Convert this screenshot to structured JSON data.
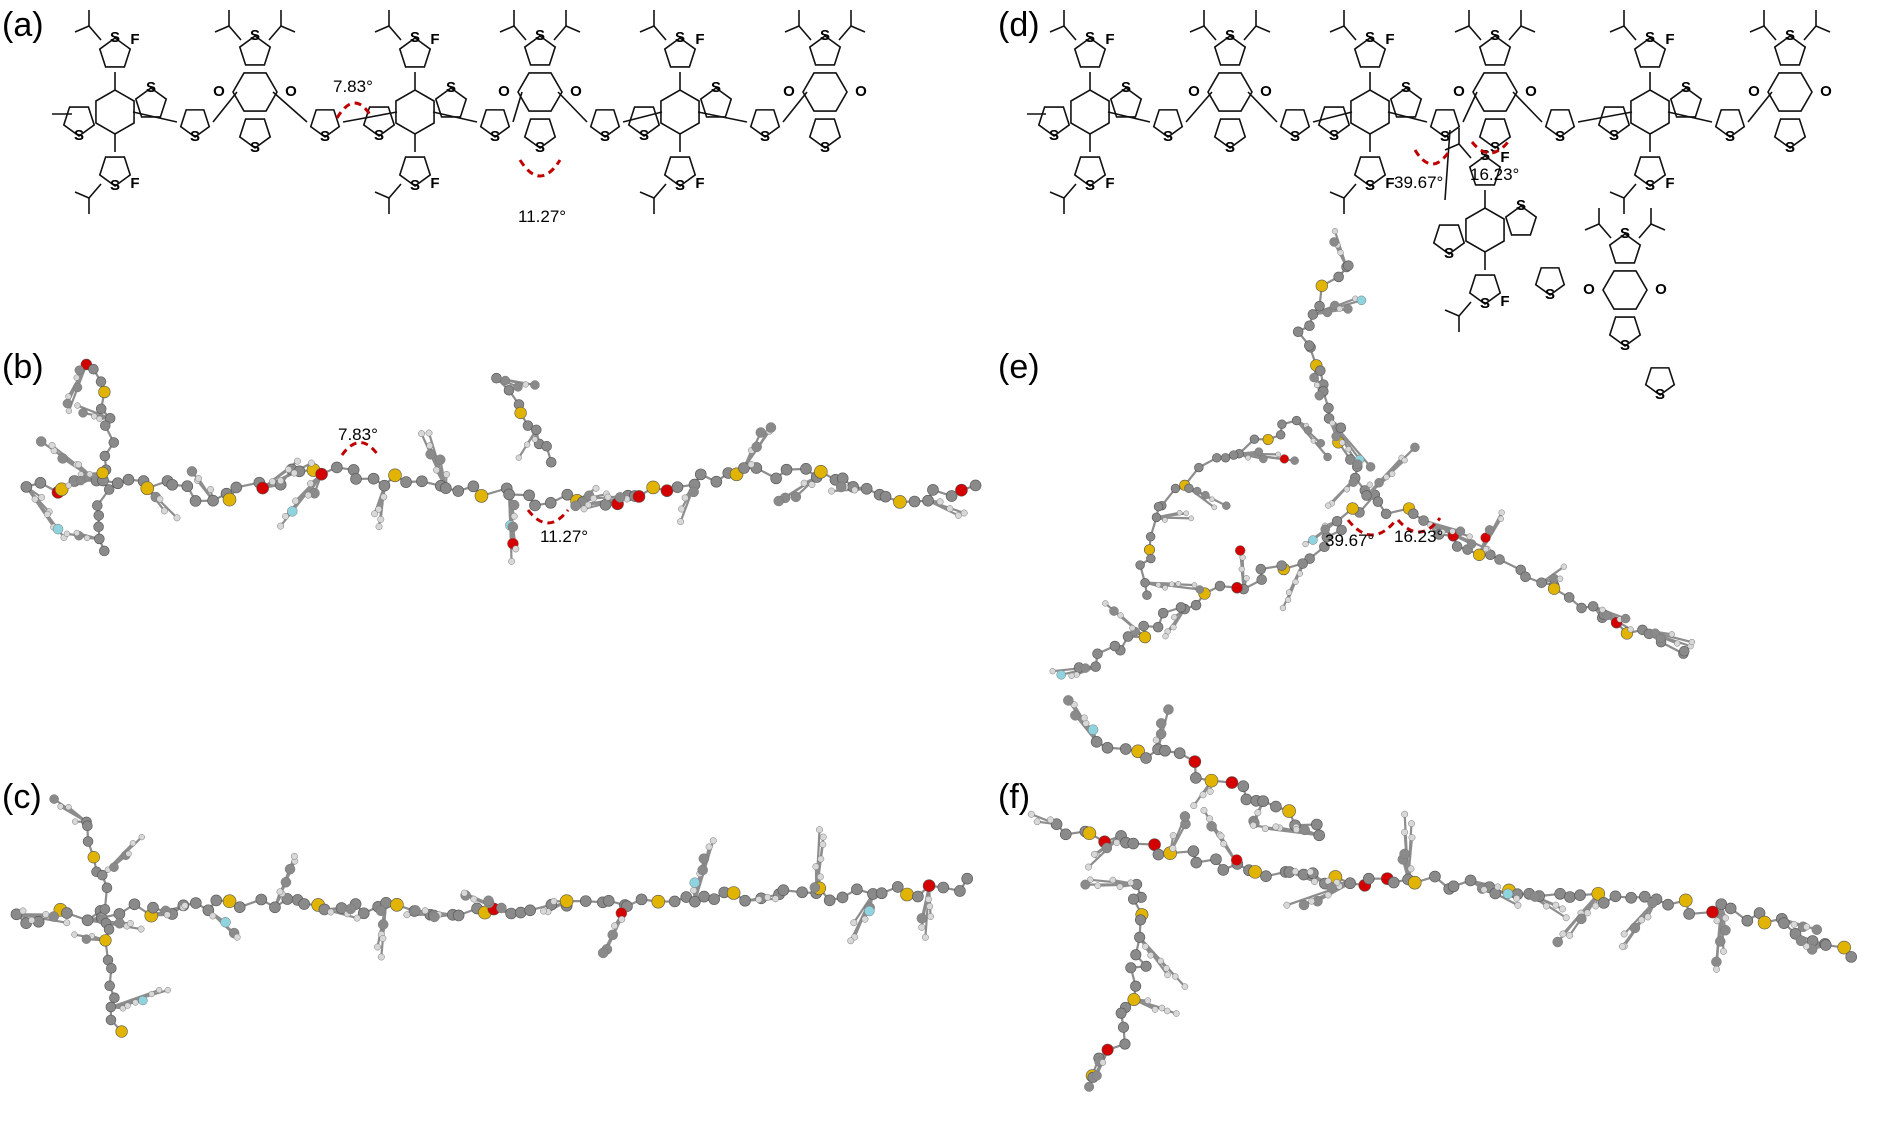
{
  "panels": {
    "a": {
      "label": "(a)",
      "angles": [
        "7.83°",
        "11.27°"
      ]
    },
    "b": {
      "label": "(b)",
      "angles": [
        "7.83°",
        "11.27°"
      ]
    },
    "c": {
      "label": "(c)"
    },
    "d": {
      "label": "(d)",
      "angles": [
        "39.67°",
        "16.23°"
      ]
    },
    "e": {
      "label": "(e)",
      "angles": [
        "39.67°",
        "16.23°"
      ]
    },
    "f": {
      "label": "(f)"
    }
  },
  "atom_labels": {
    "sulfur": "S",
    "fluorine": "F",
    "oxygen": "O"
  },
  "colors": {
    "carbon": "#8a8a8a",
    "hydrogen": "#d8d8d8",
    "sulfur": "#e0b400",
    "oxygen": "#d40000",
    "fluorine": "#8fd3df",
    "angle_marker": "#c00000"
  }
}
